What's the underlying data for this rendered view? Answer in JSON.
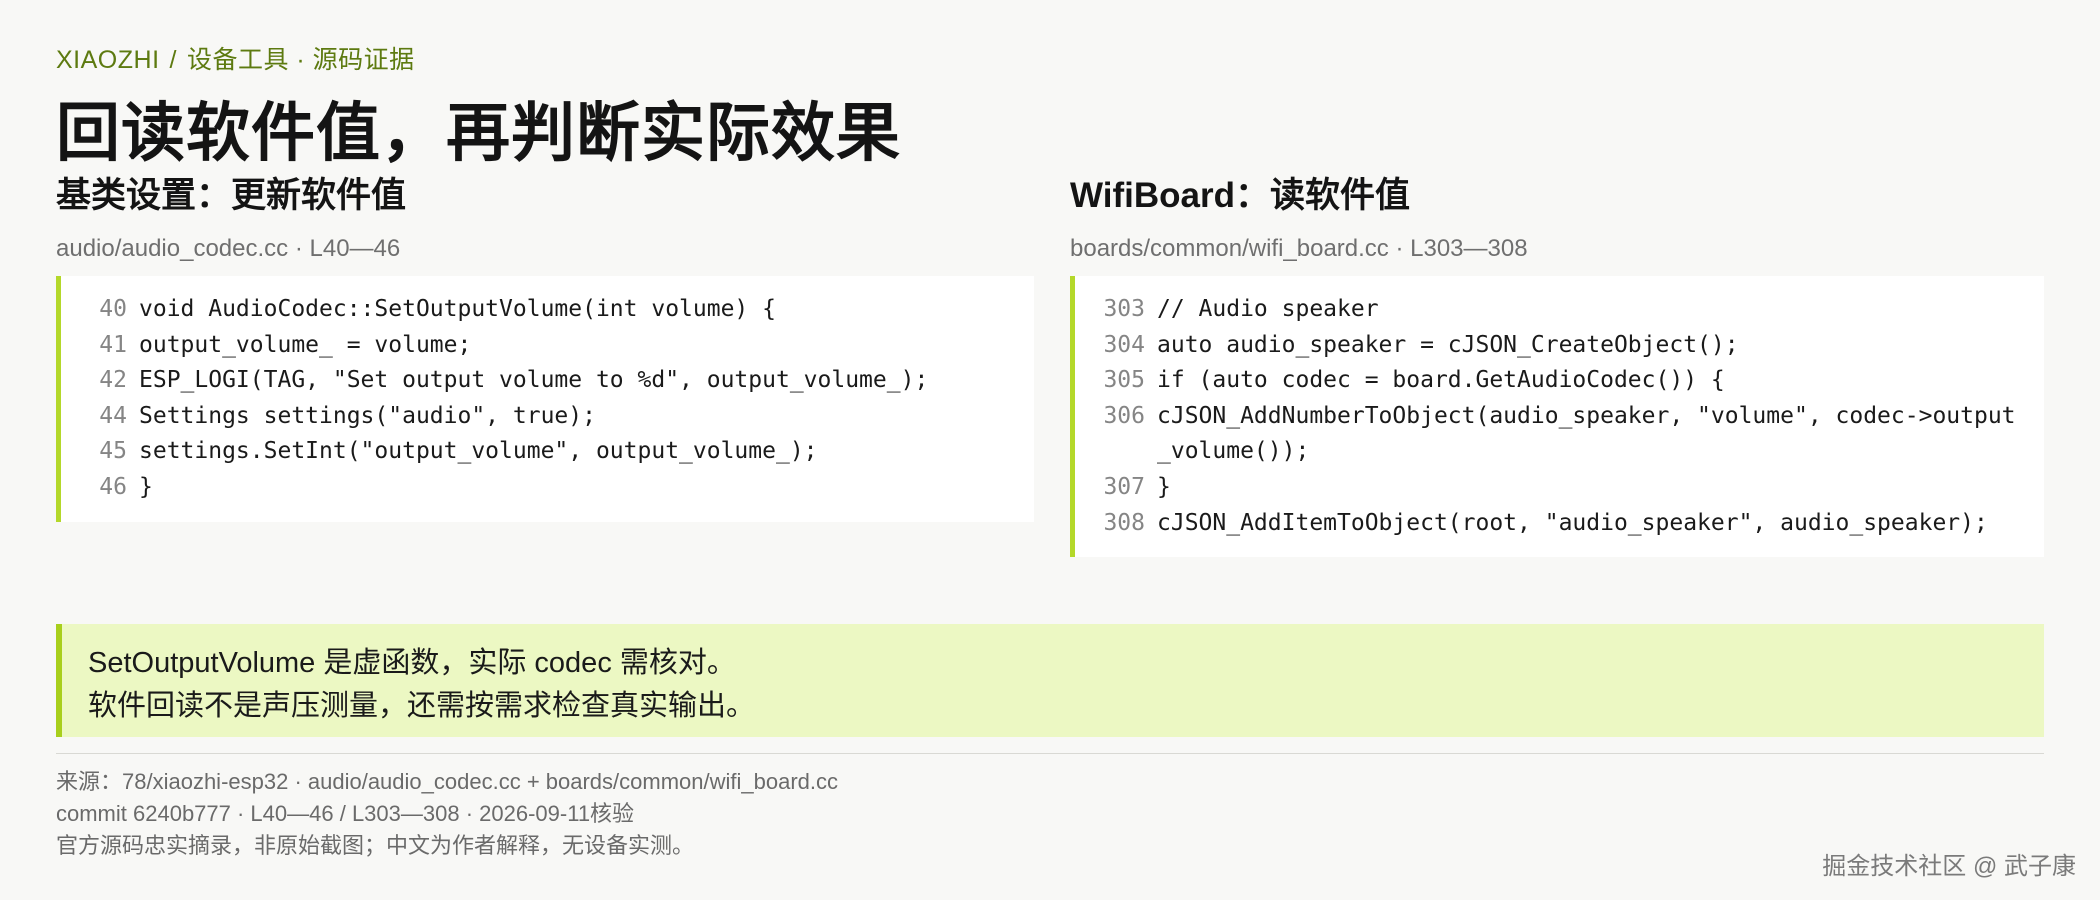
{
  "breadcrumb": {
    "brand": "XIAOZHI",
    "separator": "/",
    "section": "设备工具 · 源码证据"
  },
  "title": "回读软件值，再判断实际效果",
  "left_panel": {
    "heading": "基类设置：更新软件值",
    "source": "audio/audio_codec.cc · L40—46",
    "lines": [
      {
        "num": "40",
        "code": "void AudioCodec::SetOutputVolume(int volume) {"
      },
      {
        "num": "41",
        "code": "output_volume_ = volume;"
      },
      {
        "num": "42",
        "code": "ESP_LOGI(TAG, \"Set output volume to %d\", output_volume_);"
      },
      {
        "num": "44",
        "code": "Settings settings(\"audio\", true);"
      },
      {
        "num": "45",
        "code": "settings.SetInt(\"output_volume\", output_volume_);"
      },
      {
        "num": "46",
        "code": "}"
      }
    ]
  },
  "right_panel": {
    "heading": "WifiBoard：读软件值",
    "source": "boards/common/wifi_board.cc · L303—308",
    "lines": [
      {
        "num": "303",
        "code": "// Audio speaker"
      },
      {
        "num": "304",
        "code": "auto audio_speaker = cJSON_CreateObject();"
      },
      {
        "num": "305",
        "code": "if (auto codec = board.GetAudioCodec()) {"
      },
      {
        "num": "306",
        "code": "cJSON_AddNumberToObject(audio_speaker, \"volume\", codec->output_volume());"
      },
      {
        "num": "307",
        "code": "}"
      },
      {
        "num": "308",
        "code": "cJSON_AddItemToObject(root, \"audio_speaker\", audio_speaker);"
      }
    ]
  },
  "callout": {
    "line1": "SetOutputVolume 是虚函数，实际 codec 需核对。",
    "line2": "软件回读不是声压测量，还需按需求检查真实输出。"
  },
  "footer": {
    "line1": "来源：78/xiaozhi-esp32 · audio/audio_codec.cc + boards/common/wifi_board.cc",
    "line2": "commit 6240b777 · L40—46 / L303—308 · 2026-09-11核验",
    "line3": "官方源码忠实摘录，非原始截图；中文为作者解释，无设备实测。"
  },
  "watermark": "掘金技术社区 @ 武子康",
  "colors": {
    "accent": "#b4d82a",
    "breadcrumb": "#5d7a10",
    "callout_bg": "#ecf8c3"
  }
}
